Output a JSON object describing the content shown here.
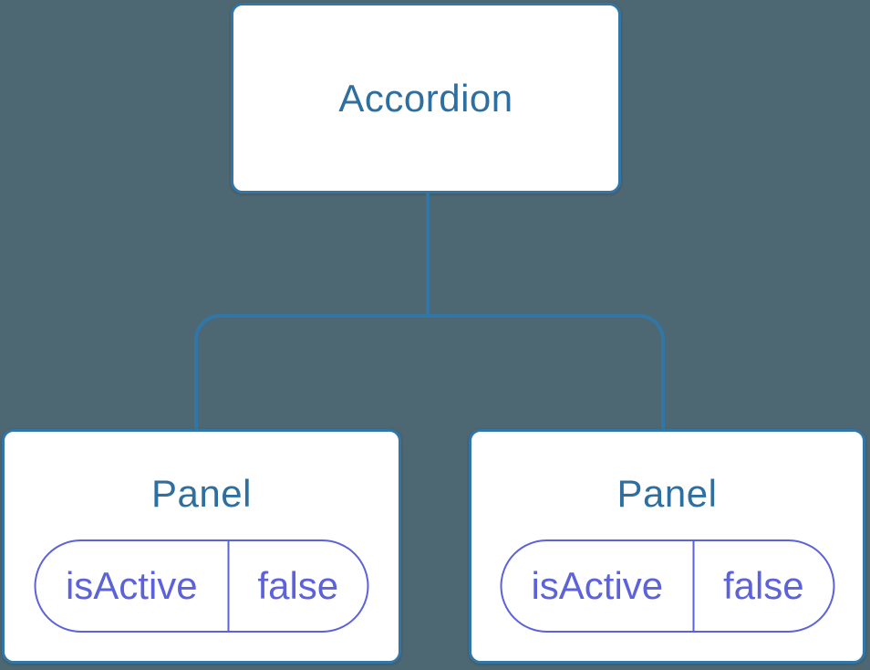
{
  "diagram": {
    "type": "component-tree",
    "root": {
      "label": "Accordion"
    },
    "children": [
      {
        "label": "Panel",
        "state": {
          "key": "isActive",
          "value": "false"
        }
      },
      {
        "label": "Panel",
        "state": {
          "key": "isActive",
          "value": "false"
        }
      }
    ]
  },
  "colors": {
    "background": "#4d6773",
    "line": "#3276a8",
    "node-fill": "#ffffff",
    "node-title": "#2e6f9f",
    "state": "#5c62da"
  }
}
